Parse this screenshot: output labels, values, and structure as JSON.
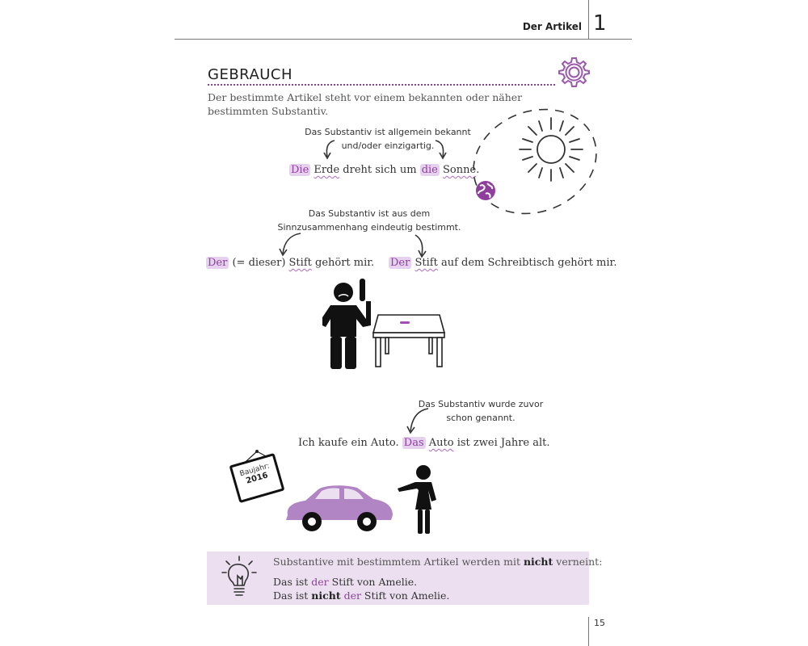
{
  "header": {
    "chapter_title": "Der Artikel",
    "chapter_number": "1"
  },
  "section": {
    "title": "GEBRAUCH",
    "intro": "Der bestimmte Artikel steht vor einem bekannten oder näher bestimmten Substantiv."
  },
  "example1": {
    "note_line1": "Das Substantiv ist allgemein bekannt",
    "note_line2": "und/oder einzigartig.",
    "art1": "Die",
    "noun1": "Erde",
    "mid": " dreht sich um ",
    "art2": "die",
    "noun2": "Sonne",
    "end": "."
  },
  "example2": {
    "note_line1": "Das Substantiv ist aus dem",
    "note_line2": "Sinnzusammenhang eindeutig bestimmt.",
    "a_art": "Der",
    "a_mid": " (= dieser) ",
    "a_noun": "Stift",
    "a_end": " gehört mir.",
    "b_art": "Der",
    "b_noun": "Stift",
    "b_end": " auf dem Schreibtisch gehört mir."
  },
  "example3": {
    "note_line1": "Das Substantiv wurde zuvor",
    "note_line2": "schon genannt.",
    "pre": "Ich kaufe ein Auto. ",
    "art": "Das",
    "noun": "Auto",
    "end": " ist zwei Jahre alt.",
    "sign_line1": "Baujahr:",
    "sign_line2": "2016"
  },
  "tip": {
    "line1_pre": "Substantive mit bestimmtem Artikel werden mit ",
    "line1_bold": "nicht",
    "line1_post": " verneint:",
    "line2_pre": "Das ist ",
    "line2_art": "der",
    "line2_post": " Stift von Amelie.",
    "line3_pre": "Das ist ",
    "line3_bold": "nicht",
    "line3_art": "der",
    "line3_post": " Stift von Amelie."
  },
  "footer": {
    "page_number": "15"
  },
  "colors": {
    "accent": "#8e3f9c",
    "highlight": "#e6d2ef",
    "tip_background": "#ece0f0",
    "car": "#b184c4",
    "rule": "#777777"
  },
  "icons": [
    "gear-icon",
    "sun-icon",
    "globe-icon",
    "lightbulb-icon",
    "arrow-icon"
  ]
}
